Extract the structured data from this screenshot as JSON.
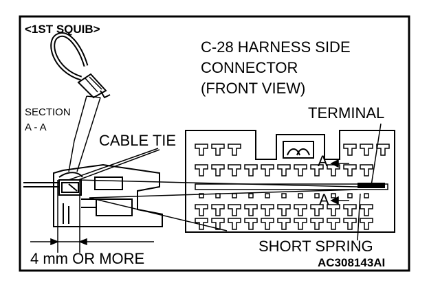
{
  "figure": {
    "title": "<1ST SQUIB>",
    "connector_label": [
      "C-28 HARNESS SIDE",
      "CONNECTOR",
      "(FRONT VIEW)"
    ],
    "section_label": [
      "SECTION",
      "A - A"
    ],
    "cable_tie_label": "CABLE TIE",
    "terminal_label": "TERMINAL",
    "section_marks": [
      "A",
      "A"
    ],
    "short_spring_label": "SHORT SPRING",
    "dimension_label": "4 mm OR MORE",
    "figure_code": "AC308143AI"
  }
}
